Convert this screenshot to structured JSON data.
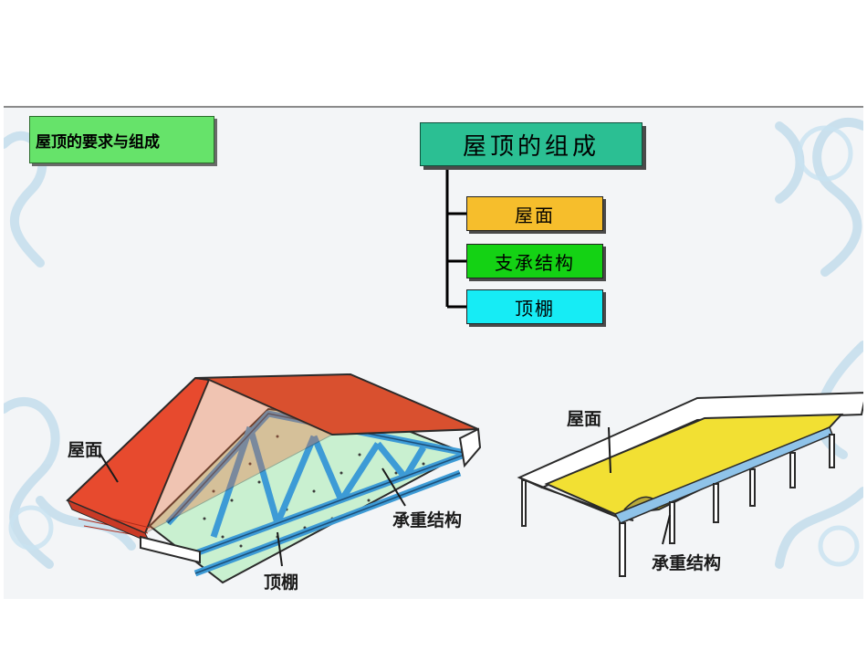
{
  "slide": {
    "heading": "屋顶的要求与组成"
  },
  "tree": {
    "root": "屋顶的组成",
    "children": [
      {
        "label": "屋面",
        "color": "#f6be2c"
      },
      {
        "label": "支承结构",
        "color": "#14d214"
      },
      {
        "label": "顶棚",
        "color": "#16ecf5"
      }
    ]
  },
  "illustration_left": {
    "labels": {
      "roof_surface": "屋面",
      "load_structure": "承重结构",
      "ceiling": "顶棚"
    },
    "colors": {
      "roof": "#e3402a",
      "truss": "#3d9bd6",
      "ceiling": "#c9f0d0"
    }
  },
  "illustration_right": {
    "labels": {
      "roof_surface": "屋面",
      "load_structure": "承重结构"
    },
    "colors": {
      "roof": "#f2e033",
      "beam": "#8fc3e9"
    }
  },
  "colors": {
    "heading_bg": "#66e36a",
    "root_bg": "#2bbf93"
  }
}
